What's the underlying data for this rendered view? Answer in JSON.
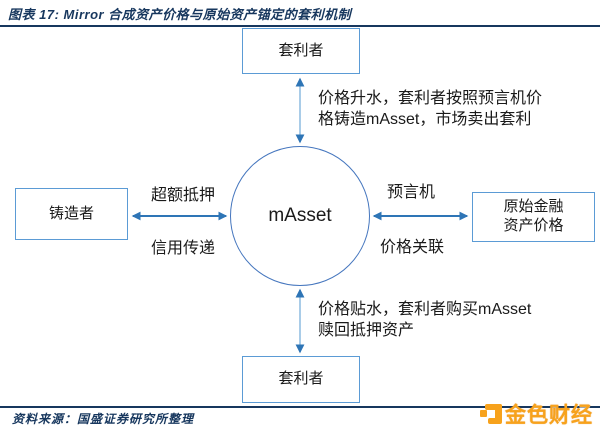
{
  "header": {
    "title": "图表 17:  Mirror 合成资产价格与原始资产锚定的套利机制"
  },
  "diagram": {
    "center_node": "mAsset",
    "top_node": "套利者",
    "left_node": "铸造者",
    "right_node_line1": "原始金融",
    "right_node_line2": "资产价格",
    "bottom_node": "套利者",
    "left_edge_label_top": "超额抵押",
    "left_edge_label_bottom": "信用传递",
    "right_edge_label_top": "预言机",
    "right_edge_label_bottom": "价格关联",
    "top_note_line1": "价格升水，套利者按照预言机价",
    "top_note_line2": "格铸造mAsset，市场卖出套利",
    "bottom_note_line1": "价格贴水，套利者购买mAsset",
    "bottom_note_line2": "赎回抵押资产"
  },
  "footer": {
    "source": "资料来源：国盛证券研究所整理",
    "logo_text": "金色财经"
  },
  "colors": {
    "navy_rule": "#17375E",
    "box_border": "#5B9BD5",
    "arrow_dark": "#2E75B6",
    "arrow_light": "#A9CCE8",
    "logo_orange": "#F7A21C"
  }
}
